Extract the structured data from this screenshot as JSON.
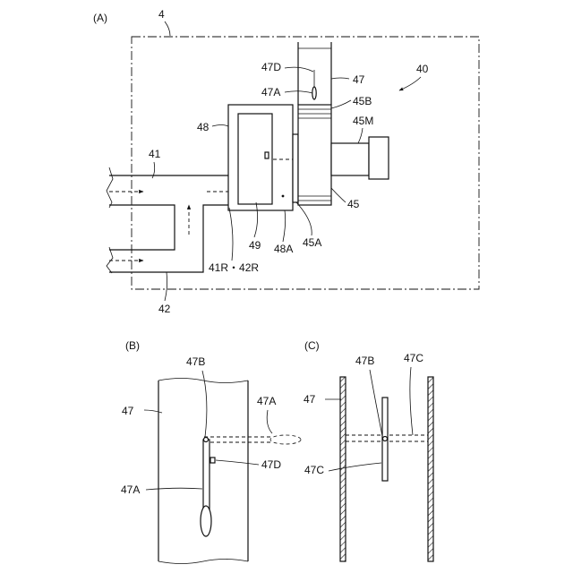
{
  "panel_a": {
    "title": "(A)",
    "labels": {
      "l4": "4",
      "l40": "40",
      "l41": "41",
      "l42": "42",
      "l41r42r": "41R・42R",
      "l45": "45",
      "l45a": "45A",
      "l45b": "45B",
      "l45m": "45M",
      "l47": "47",
      "l47a": "47A",
      "l47d": "47D",
      "l48": "48",
      "l48a": "48A",
      "l49": "49"
    }
  },
  "panel_b": {
    "title": "(B)",
    "labels": {
      "l47": "47",
      "l47a_top": "47A",
      "l47a_bottom": "47A",
      "l47b": "47B",
      "l47d": "47D"
    }
  },
  "panel_c": {
    "title": "(C)",
    "labels": {
      "l47": "47",
      "l47b": "47B",
      "l47c_top": "47C",
      "l47c_side": "47C"
    }
  }
}
